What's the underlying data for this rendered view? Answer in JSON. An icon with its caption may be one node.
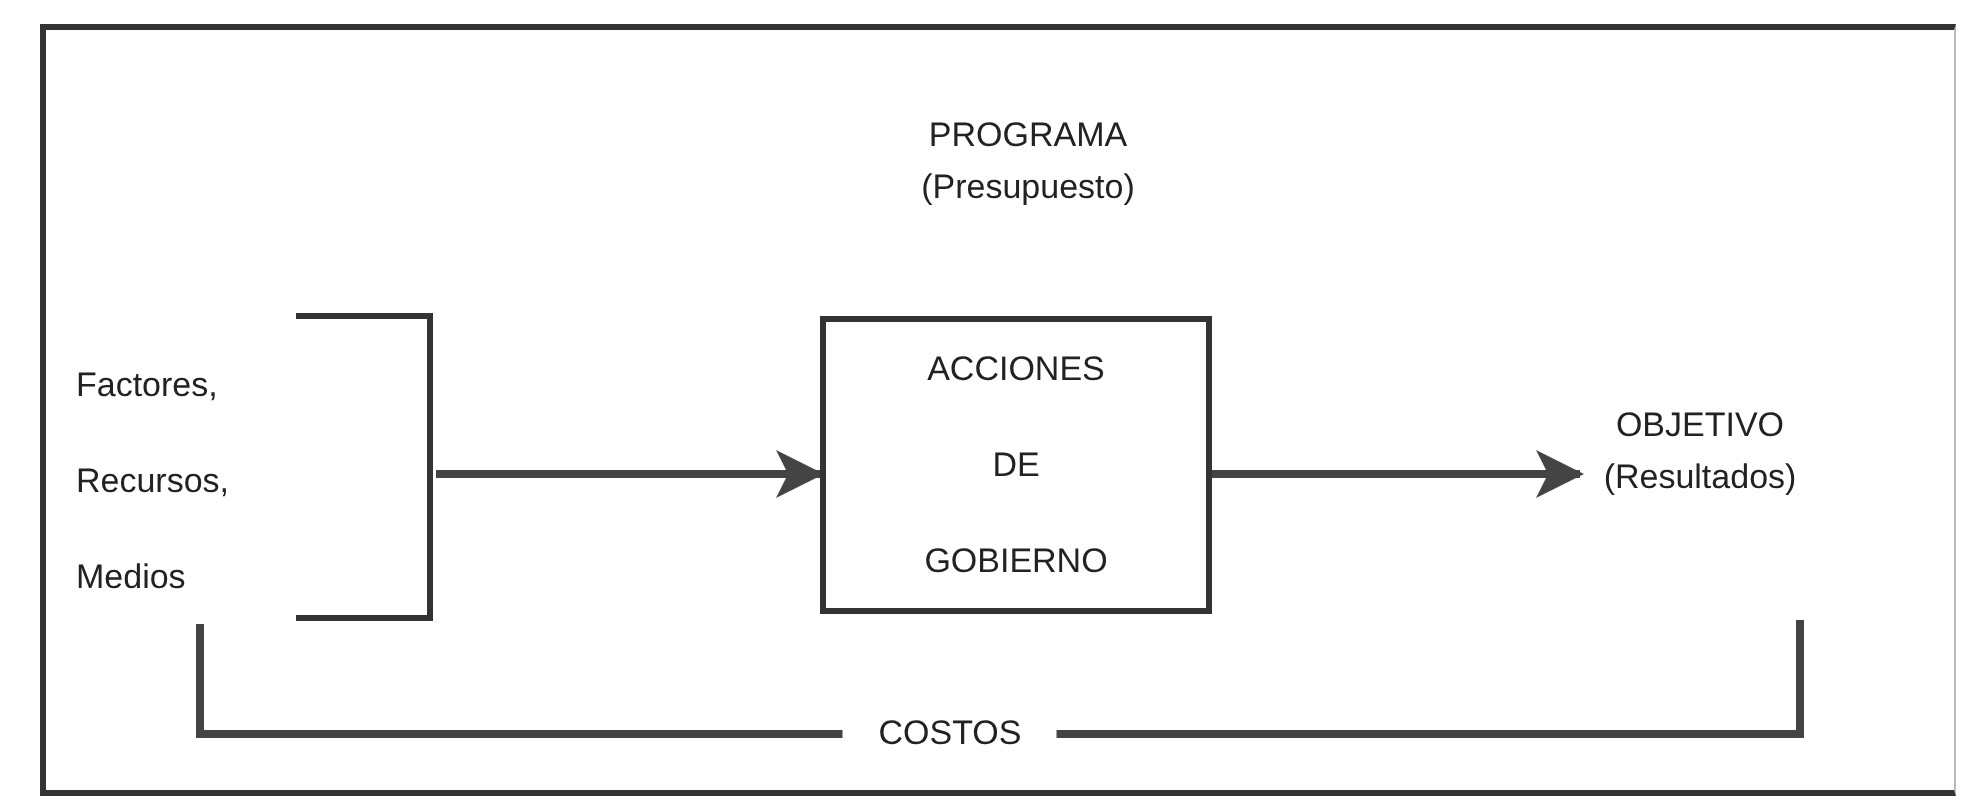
{
  "diagram": {
    "nodes": [
      {
        "text": [
          "PROGRAMA (Presupuesto)"
        ]
      },
      {
        "text": [
          "Factores, Recursos, Medios"
        ],
        "in": 0
      },
      {
        "text": [
          "ACCIONES DE GOBIERNO"
        ],
        "in": 0
      },
      {
        "text": [
          "OBJETIVO (Resultados)"
        ],
        "in": 0
      }
    ],
    "edges": [
      {
        "from": 1,
        "to": 2,
        "arrow": "to"
      },
      {
        "from": 2,
        "to": 3,
        "arrow": "to"
      },
      {
        "from": 1,
        "to": 3,
        "arrow": "none",
        "label": "COSTOS"
      }
    ]
  }
}
